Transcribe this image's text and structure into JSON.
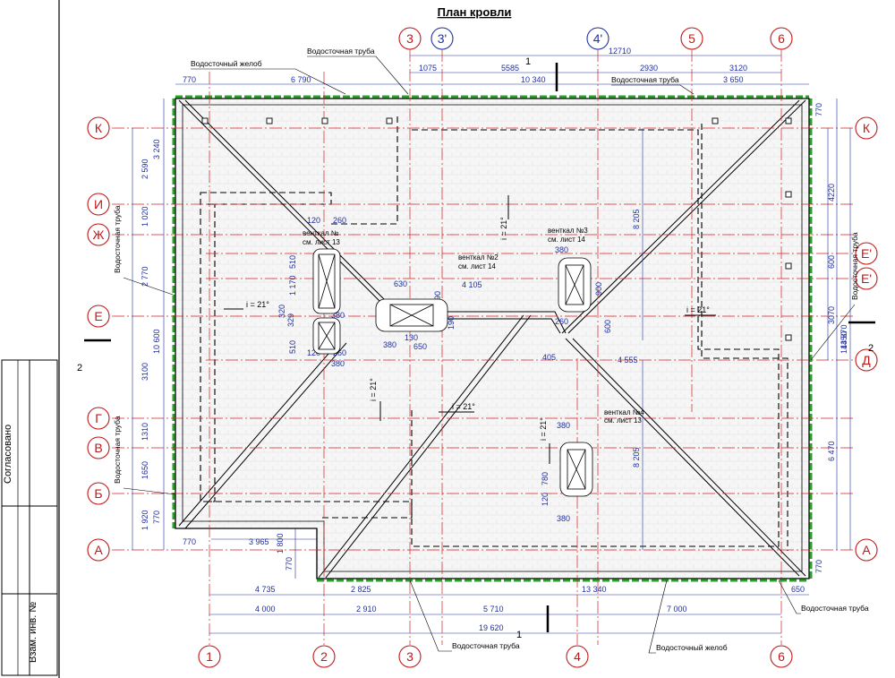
{
  "title": "План кровли",
  "stamp": {
    "agreed": "Согласовано",
    "inv": "Взам. инв. №"
  },
  "axes": {
    "vertical": [
      "1",
      "2",
      "3",
      "3'",
      "4'",
      "4",
      "5",
      "6"
    ],
    "horizontal": [
      "К",
      "И",
      "Ж",
      "Е",
      "Е'",
      "Е'",
      "Д",
      "Г",
      "В",
      "Б",
      "А"
    ]
  },
  "labels": {
    "gutter": "Водосточный желоб",
    "pipe": "Водосточная труба",
    "slope": "i = 21°",
    "vent1a": "венткал №",
    "vent1b": "см. лист 13",
    "vent2a": "венткал №2",
    "vent2b": "см. лист 14",
    "vent3a": "венткал №3",
    "vent3b": "см. лист 14",
    "vent4a": "венткал №4",
    "vent4b": "см. лист 13",
    "section": "1",
    "section2": "2"
  },
  "dims": {
    "top_total": "12710",
    "top_a": "1075",
    "top_b": "5585",
    "top_c": "2930",
    "top_d": "3120",
    "top_e": "770",
    "top_f": "6 790",
    "top_g": "10 340",
    "top_h": "3 650",
    "bot_a": "4 735",
    "bot_b": "2 825",
    "bot_c": "13 340",
    "bot_d": "650",
    "bot_e": "4 000",
    "bot_f": "2 910",
    "bot_g": "5 710",
    "bot_h": "7 000",
    "bot_total": "19 620",
    "left_a": "3 240",
    "left_b": "2 590",
    "left_c": "1 020",
    "left_d": "2 770",
    "left_e": "10 600",
    "left_f": "3100",
    "left_g": "1310",
    "left_h": "1650",
    "left_i": "1 920",
    "left_j": "770",
    "left_k": "1 170",
    "left_l": "510",
    "left_m": "510",
    "left_n": "320",
    "left_o": "329",
    "right_a": "770",
    "right_b": "4220",
    "right_c": "600",
    "right_d": "3070",
    "right_e": "14 870",
    "right_f": "14350",
    "right_g": "6 470",
    "right_h": "770",
    "mid_a": "8 205",
    "mid_b": "8 205",
    "mid_c": "4 105",
    "mid_d": "4 555",
    "mid_e": "630",
    "mid_f": "380",
    "mid_g": "130",
    "mid_h": "650",
    "mid_i": "190",
    "mid_j": "190",
    "mid_k": "405",
    "v_a": "120",
    "v_b": "260",
    "v_c": "380",
    "v_d": "380",
    "v_e": "120",
    "v_f": "260",
    "v_g": "380",
    "v_h": "900",
    "v_i": "260",
    "v_j": "600",
    "v_k": "380",
    "v_l": "780",
    "v_m": "120",
    "v_n": "380",
    "b_a": "770",
    "b_b": "3 965",
    "b_c": "1 800",
    "b_d": "770"
  }
}
